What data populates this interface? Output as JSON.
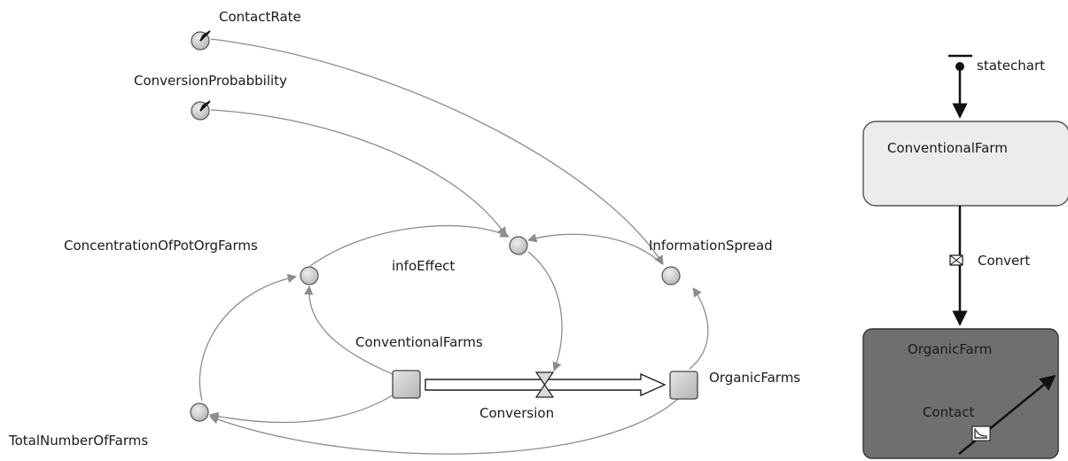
{
  "stock_flow": {
    "parameters": {
      "contact_rate": "ContactRate",
      "conversion_probability": "ConversionProbabbility"
    },
    "variables": {
      "concentration": "ConcentrationOfPotOrgFarms",
      "info_effect": "infoEffect",
      "information_spread": "InformationSpread",
      "total_number": "TotalNumberOfFarms"
    },
    "stocks": {
      "conventional": "ConventionalFarms",
      "organic": "OrganicFarms"
    },
    "flow": {
      "conversion": "Conversion"
    }
  },
  "statechart": {
    "entry_label": "statechart",
    "states": {
      "conventional": "ConventionalFarm",
      "organic": "OrganicFarm"
    },
    "transitions": {
      "convert": "Convert",
      "contact": "Contact"
    }
  },
  "colors": {
    "aux_fill": "#d3d3d3",
    "link": "#8c8c8c",
    "state_light": "#ececec",
    "state_dark": "#6f6f6f"
  }
}
